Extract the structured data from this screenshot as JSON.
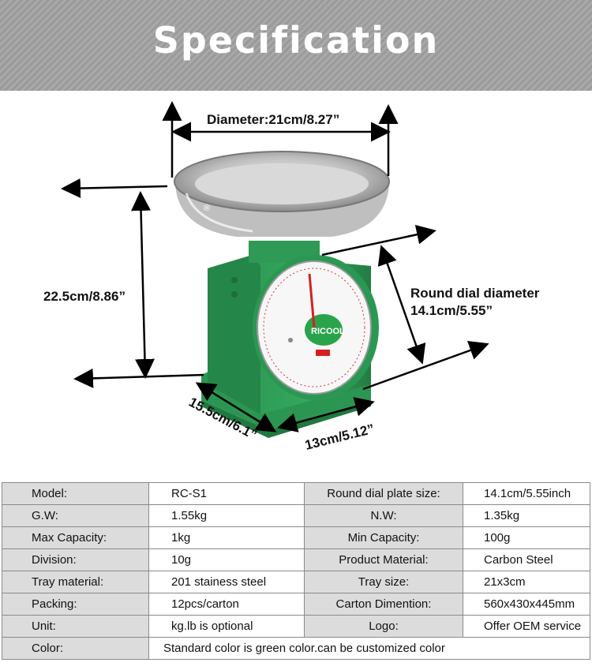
{
  "banner": {
    "title": "Specification"
  },
  "product": {
    "brand": "RICOOL",
    "dimensions": {
      "diameter": "Diameter:21cm/8.27”",
      "height": "22.5cm/8.86”",
      "dial_line1": "Round dial diameter",
      "dial_line2": "14.1cm/5.55”",
      "depth": "15.5cm/6.1”",
      "width": "13cm/5.12”"
    },
    "colors": {
      "body": "#2e9a55",
      "dial_center": "#2aa44a",
      "needle": "#d62020"
    }
  },
  "specs": {
    "rows": [
      {
        "label": "Model:",
        "value": "RC-S1",
        "label2": "Round dial plate size:",
        "value2": "14.1cm/5.55inch"
      },
      {
        "label": "G.W:",
        "value": "1.55kg",
        "label2": "N.W:",
        "value2": "1.35kg"
      },
      {
        "label": "Max Capacity:",
        "value": "1kg",
        "label2": "Min Capacity:",
        "value2": "100g"
      },
      {
        "label": "Division:",
        "value": "10g",
        "label2": "Product Material:",
        "value2": "Carbon Steel"
      },
      {
        "label": "Tray material:",
        "value": "201 stainess steel",
        "label2": "Tray size:",
        "value2": "21x3cm"
      },
      {
        "label": "Packing:",
        "value": "12pcs/carton",
        "label2": "Carton Dimention:",
        "value2": "560x430x445mm"
      },
      {
        "label": "Unit:",
        "value": "kg.lb is optional",
        "label2": "Logo:",
        "value2": "Offer OEM service"
      }
    ],
    "color_row": {
      "label": "Color:",
      "value": "Standard color is green color.can be customized color"
    }
  }
}
